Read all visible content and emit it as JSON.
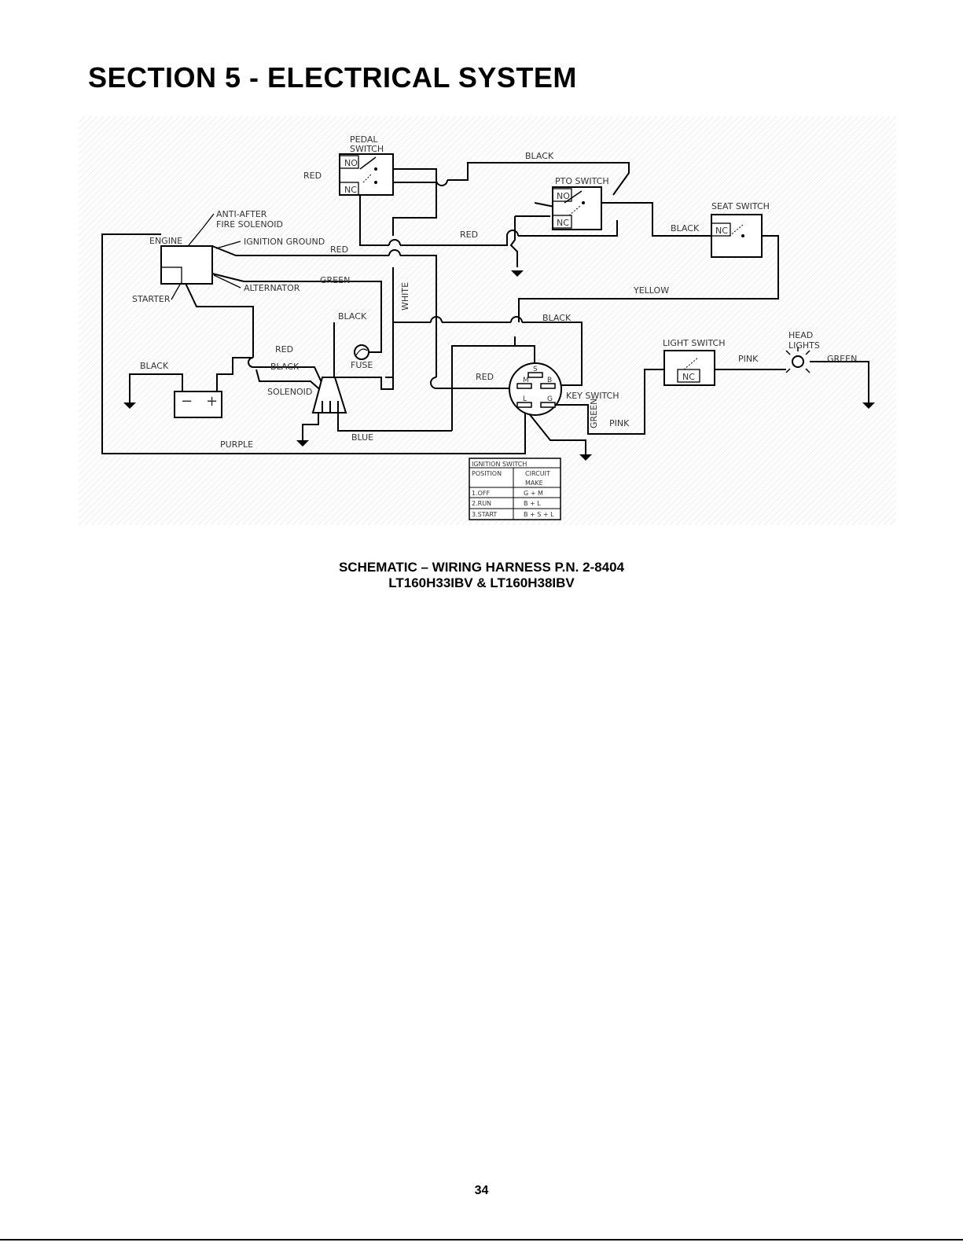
{
  "header": {
    "title": "SECTION 5 - ELECTRICAL SYSTEM"
  },
  "schematic": {
    "labels": {
      "pedal_switch_1": "PEDAL",
      "pedal_switch_2": "SWITCH",
      "pto_switch": "PTO SWITCH",
      "seat_switch": "SEAT SWITCH",
      "light_switch": "LIGHT SWITCH",
      "head_lights_1": "HEAD",
      "head_lights_2": "LIGHTS",
      "key_switch": "KEY SWITCH",
      "anti_after_1": "ANTI-AFTER",
      "anti_after_2": "FIRE SOLENOID",
      "ignition_ground": "IGNITION GROUND",
      "engine": "ENGINE",
      "alternator": "ALTERNATOR",
      "starter": "STARTER",
      "solenoid": "SOLENOID",
      "fuse": "FUSE",
      "contact_no": "NO",
      "contact_nc": "NC",
      "battery_minus": "−",
      "battery_plus": "+",
      "terminal_s": "S",
      "terminal_m": "M",
      "terminal_b": "B",
      "terminal_l": "L",
      "terminal_g": "G"
    },
    "wire_labels": {
      "red": "RED",
      "black": "BLACK",
      "green": "GREEN",
      "white": "WHITE",
      "yellow": "YELLOW",
      "pink": "PINK",
      "purple": "PURPLE",
      "blue": "BLUE"
    },
    "ignition_table": {
      "title": "IGNITION SWITCH",
      "col_position": "POSITION",
      "col_circuit_1": "CIRCUIT",
      "col_circuit_2": "MAKE",
      "rows": [
        {
          "position": "1.OFF",
          "circuit": "G + M"
        },
        {
          "position": "2.RUN",
          "circuit": "B + L"
        },
        {
          "position": "3.START",
          "circuit": "B + S + L"
        }
      ]
    }
  },
  "caption": {
    "line1": "SCHEMATIC – WIRING HARNESS P.N. 2-8404",
    "line2": "LT160H33IBV & LT160H38IBV"
  },
  "page_number": "34"
}
